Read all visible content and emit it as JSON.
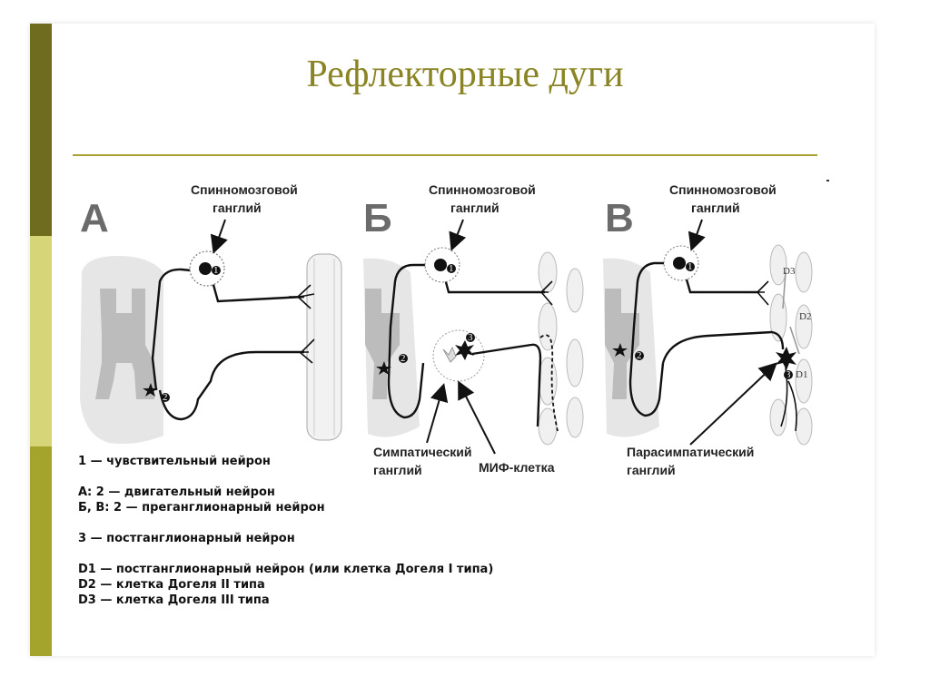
{
  "slide": {
    "title": "Рефлекторные дуги"
  },
  "panels": [
    {
      "letter": "А",
      "ganglion_line1": "Спинномозговой",
      "ganglion_line2": "ганглий",
      "n1": "1",
      "n2": "2"
    },
    {
      "letter": "Б",
      "ganglion_line1": "Спинномозговой",
      "ganglion_line2": "ганглий",
      "sym_line1": "Симпатический",
      "sym_line2": "ганглий",
      "mif": "МИФ-клетка",
      "n1": "1",
      "n2": "2",
      "n3": "3"
    },
    {
      "letter": "В",
      "ganglion_line1": "Спинномозговой",
      "ganglion_line2": "ганглий",
      "para_line1": "Парасимпатический",
      "para_line2": "ганглий",
      "n1": "1",
      "n2": "2",
      "n3": "3",
      "d1": "D1",
      "d2": "D2",
      "d3": "D3"
    }
  ],
  "legend": {
    "line1": "1 — чувствительный нейрон",
    "line2": "А: 2 — двигательный нейрон",
    "line3": "Б, В: 2 — преганглионарный нейрон",
    "line4": "3 — постганглионарный нейрон",
    "line5": "D1 — постганглионарный нейрон (или клетка Догеля I типа)",
    "line6": "D2 — клетка Догеля II типа",
    "line7": "D3 — клетка Догеля III типа"
  }
}
